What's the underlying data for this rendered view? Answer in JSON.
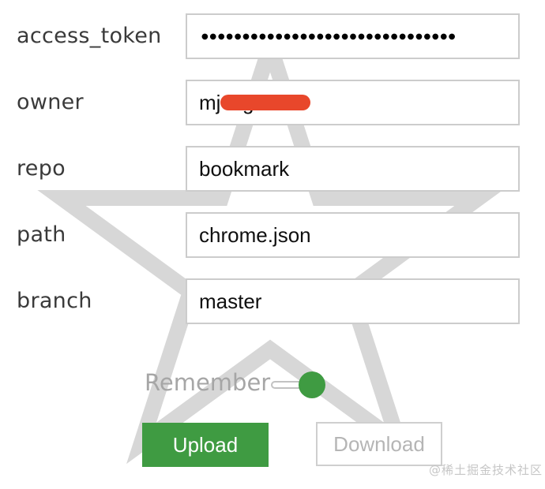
{
  "colors": {
    "accent_green": "#3f9b42",
    "redaction_orange": "#e8472b",
    "star_gray": "#d7d7d7",
    "field_border_gray": "#cccccc",
    "label_gray": "#3a3a3a",
    "muted_gray": "#a6a6a6"
  },
  "form": {
    "fields": [
      {
        "label": "access_token",
        "masked_value": "●●●●●●●●●●●●●●●●●●●●●●●●●●●●●●●"
      },
      {
        "label": "owner",
        "visible_value": "mj",
        "visible_descender": "g",
        "redacted": true
      },
      {
        "label": "repo",
        "value": "bookmark"
      },
      {
        "label": "path",
        "value": "chrome.json"
      },
      {
        "label": "branch",
        "value": "master"
      }
    ],
    "remember": {
      "label": "Remember",
      "state": "on"
    },
    "buttons": {
      "upload_label": "Upload",
      "download_label": "Download"
    }
  },
  "watermark": "@稀土掘金技术社区"
}
